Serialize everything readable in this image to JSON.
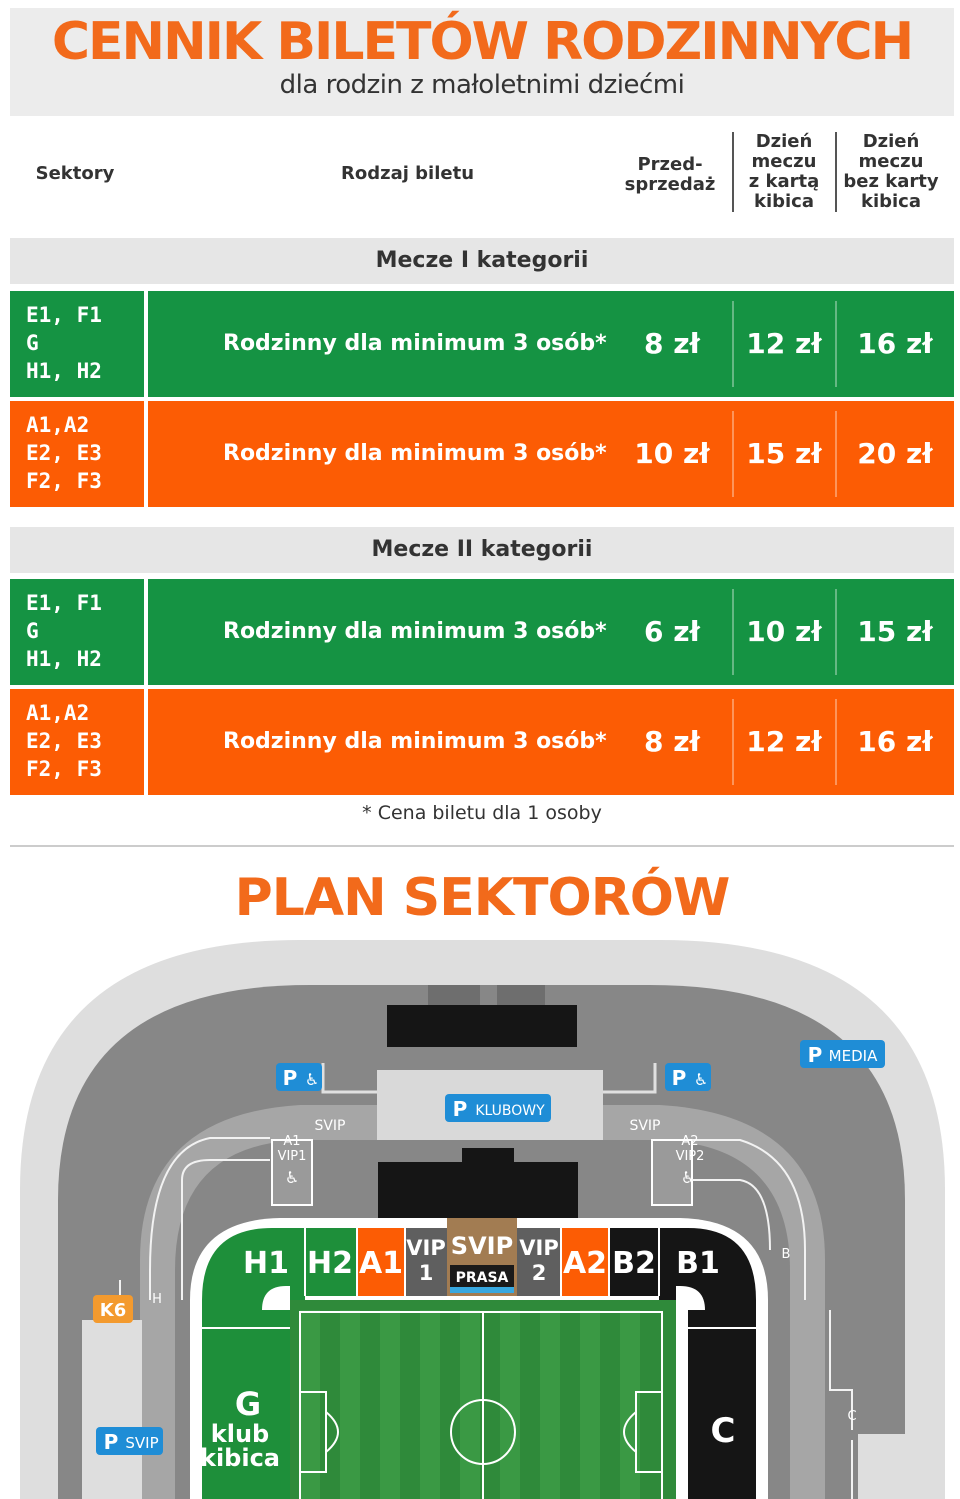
{
  "header": {
    "title": "CENNIK BILETÓW RODZINNYCH",
    "subtitle": "dla rodzin z małoletnimi dziećmi"
  },
  "columns": {
    "sectors": "Sektory",
    "ticket_type": "Rodzaj biletu",
    "presale": [
      "Przed-",
      "sprzedaż"
    ],
    "match_day_card": [
      "Dzień",
      "meczu",
      "z kartą",
      "kibica"
    ],
    "match_day_no_card": [
      "Dzień",
      "meczu",
      "bez karty",
      "kibica"
    ]
  },
  "categories": [
    {
      "title": "Mecze I kategorii",
      "rows": [
        {
          "color": "#159343",
          "sectors": [
            "E1, F1",
            "G",
            "H1, H2"
          ],
          "ticket": "Rodzinny dla minimum 3 osób*",
          "presale": "8 zł",
          "card": "12 zł",
          "nocard": "16 zł"
        },
        {
          "color": "#fc5c04",
          "sectors": [
            "A1,A2",
            "E2, E3",
            "F2, F3"
          ],
          "ticket": "Rodzinny dla minimum 3 osób*",
          "presale": "10 zł",
          "card": "15 zł",
          "nocard": "20 zł"
        }
      ]
    },
    {
      "title": "Mecze II kategorii",
      "rows": [
        {
          "color": "#159343",
          "sectors": [
            "E1, F1",
            "G",
            "H1, H2"
          ],
          "ticket": "Rodzinny dla minimum 3 osób*",
          "presale": "6 zł",
          "card": "10 zł",
          "nocard": "15 zł"
        },
        {
          "color": "#fc5c04",
          "sectors": [
            "A1,A2",
            "E2, E3",
            "F2, F3"
          ],
          "ticket": "Rodzinny dla minimum 3 osób*",
          "presale": "8 zł",
          "card": "12 zł",
          "nocard": "16 zł"
        }
      ]
    }
  ],
  "footnote": "* Cena biletu dla 1 osoby",
  "plan": {
    "title": "PLAN SEKTORÓW",
    "parking": {
      "media": "MEDIA",
      "klubowy": "KLUBOWY",
      "svip": "SVIP",
      "p": "P",
      "wheelchair": "♿"
    },
    "labels": {
      "svip_left": "SVIP",
      "svip_right": "SVIP",
      "a1vip1": [
        "A1",
        "VIP1"
      ],
      "a2vip2": [
        "A2",
        "VIP2"
      ],
      "h_small": "H",
      "b_small": "B",
      "c_small": "C",
      "k6": "K6"
    },
    "sectors": {
      "h1": "H1",
      "h2": "H2",
      "a1": "A1",
      "vip1": [
        "VIP",
        "1"
      ],
      "svip": "SVIP",
      "prasa": "PRASA",
      "vip2": [
        "VIP",
        "2"
      ],
      "a2": "A2",
      "b2": "B2",
      "b1": "B1",
      "g": [
        "G",
        "klub",
        "kibica"
      ],
      "c": "C"
    }
  }
}
